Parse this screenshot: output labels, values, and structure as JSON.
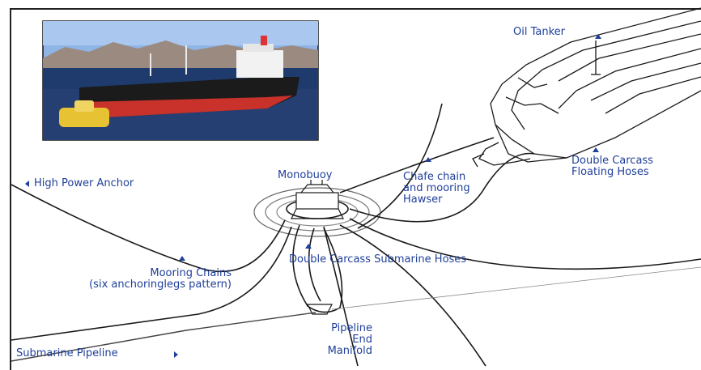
{
  "labels": {
    "oil_tanker": "Oil Tanker",
    "high_power_anchor": "High Power Anchor",
    "monobuoy": "Monobuoy",
    "chafe_chain": [
      "Chafe chain",
      "and mooring",
      "Hawser"
    ],
    "double_carcass_floating": [
      "Double Carcass",
      "Floating Hoses"
    ],
    "mooring_chains": [
      "Mooring Chains",
      "(six anchoringlegs pattern)"
    ],
    "double_carcass_submarine": "Double Carcass Submarine Hoses",
    "pipeline_end_manifold": [
      "Pipeline",
      "End",
      "Manifold"
    ],
    "submarine_pipeline": "Submarine Pipeline"
  },
  "colors": {
    "label": "#1f3f9a",
    "line": "#1a1a1a",
    "photo_sky": "#8fb4e6",
    "photo_sea": "#1f3b6e",
    "hull_red": "#c8322b",
    "hull_black": "#1b1b1b",
    "buoy_yellow": "#e7c233"
  },
  "icons": {
    "pointer": "small triangle marker",
    "photo": "oil tanker photo"
  }
}
